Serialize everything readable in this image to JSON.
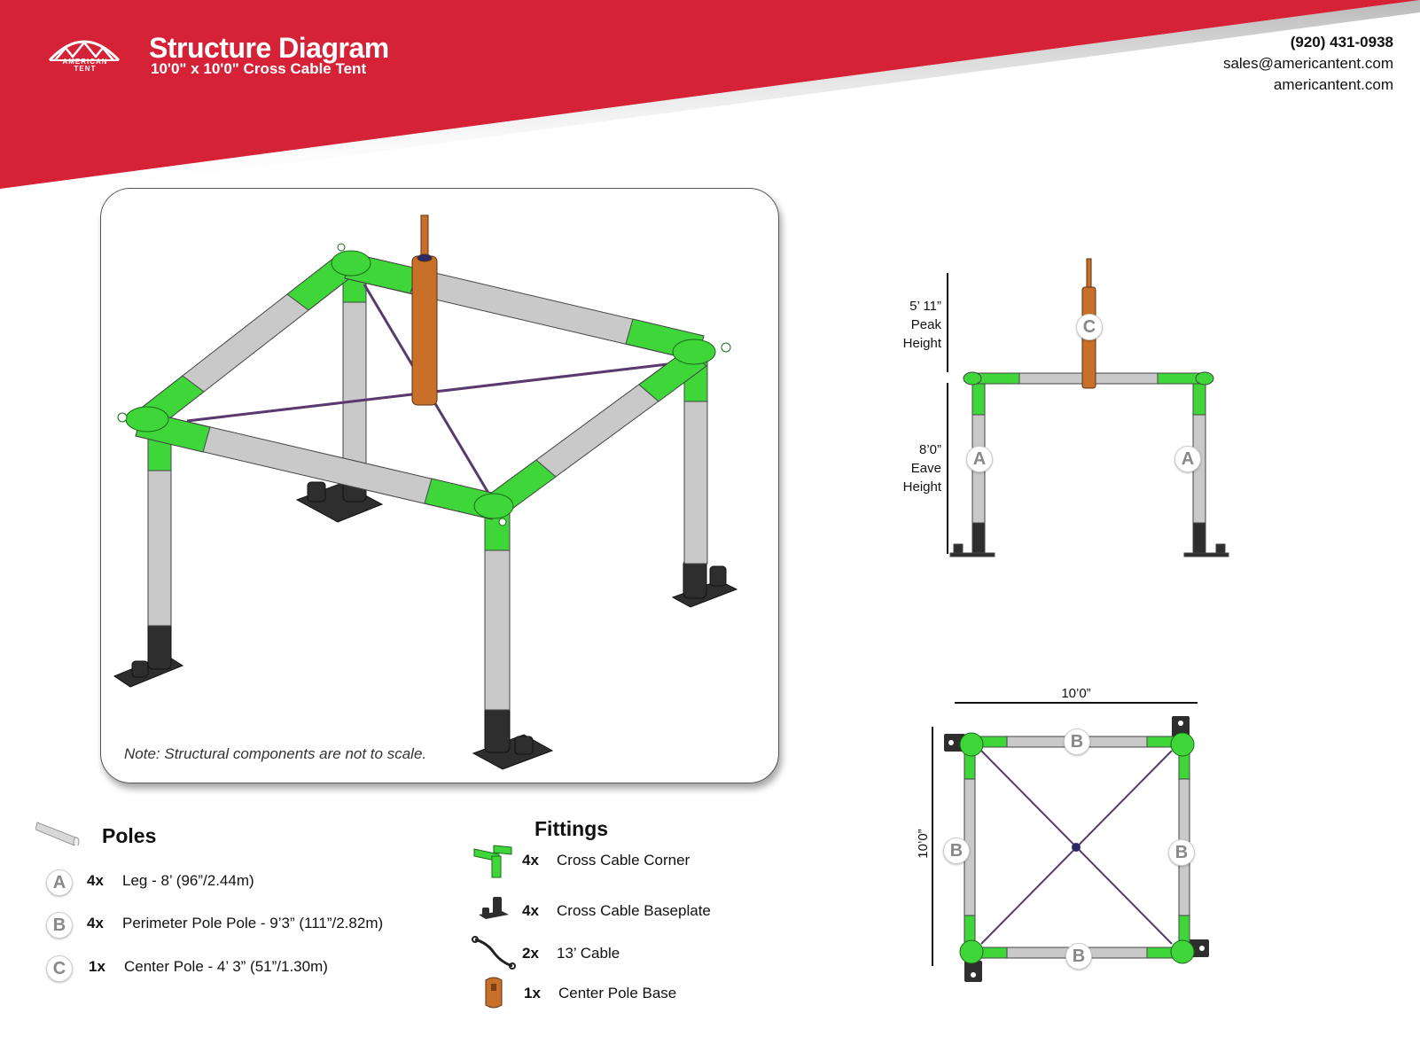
{
  "brand": {
    "logo_word_1": "AMERICAN",
    "logo_word_2": "TENT",
    "banner_color": "#d52237"
  },
  "header": {
    "title": "Structure Diagram",
    "subtitle": "10'0\" x 10'0\"  Cross Cable Tent"
  },
  "contact": {
    "phone": "(920) 431-0938",
    "email": "sales@americantent.com",
    "website": "americantent.com"
  },
  "iso_view": {
    "note": "Note: Structural components are not to scale."
  },
  "side_view": {
    "peak_label": [
      "5’ 11”",
      "Peak",
      "Height"
    ],
    "eave_label": [
      "8’0”",
      "Eave",
      "Height"
    ],
    "letters": {
      "center": "C",
      "leg_left": "A",
      "leg_right": "A"
    }
  },
  "top_view": {
    "width_label": "10’0”",
    "depth_label": "10’0”",
    "letters": {
      "top": "B",
      "bottom": "B",
      "left": "B",
      "right": "B"
    }
  },
  "poles": {
    "title": "Poles",
    "items": [
      {
        "letter": "A",
        "qty": "4x",
        "name": "Leg - 8’ (96”/2.44m)"
      },
      {
        "letter": "B",
        "qty": "4x",
        "name": "Perimeter Pole Pole - 9’3” (111”/2.82m)"
      },
      {
        "letter": "C",
        "qty": "1x",
        "name": "Center Pole - 4’ 3” (51”/1.30m)"
      }
    ]
  },
  "fittings": {
    "title": "Fittings",
    "items": [
      {
        "icon": "cross-cable-corner-icon",
        "qty": "4x",
        "name": "Cross Cable Corner"
      },
      {
        "icon": "cross-cable-baseplate-icon",
        "qty": "4x",
        "name": "Cross Cable Baseplate"
      },
      {
        "icon": "cable-icon",
        "qty": "2x",
        "name": "13’ Cable"
      },
      {
        "icon": "center-pole-base-icon",
        "qty": "1x",
        "name": "Center Pole Base"
      }
    ]
  },
  "colors": {
    "fitting_green": "#3fd63a",
    "pole_gray": "#c9c9c9",
    "center_pole_orange": "#c8702a",
    "cable_purple": "#5a3a6e",
    "baseplate_dark": "#2e2e2e"
  }
}
